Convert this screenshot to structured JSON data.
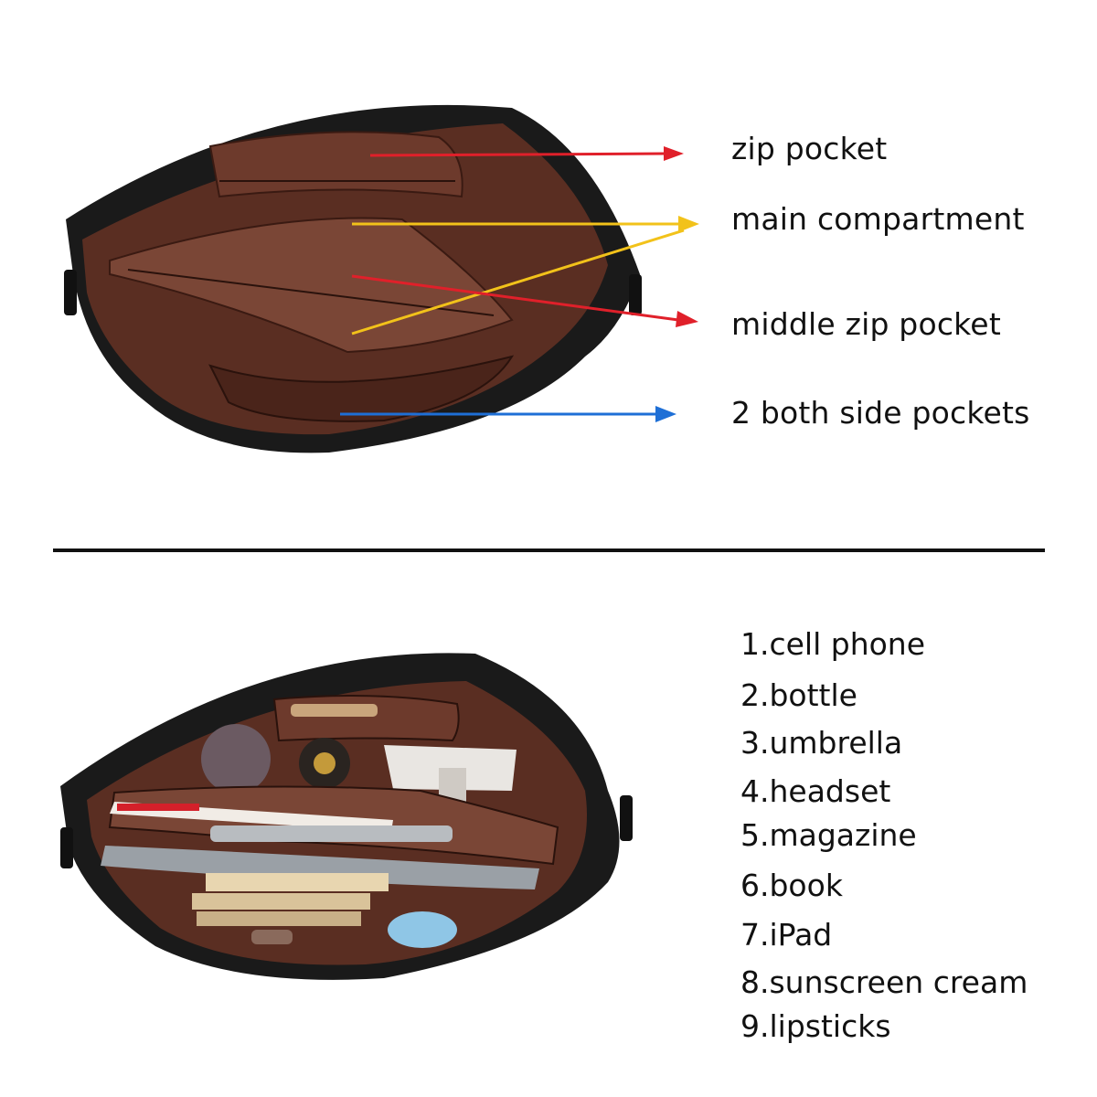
{
  "top_section": {
    "callouts": [
      {
        "label": "zip pocket",
        "arrow_color": "#e0202a"
      },
      {
        "label": "main compartment",
        "arrow_color": "#f2c21a"
      },
      {
        "label": "middle zip pocket",
        "arrow_color": "#e0202a"
      },
      {
        "label": "2 both side pockets",
        "arrow_color": "#1e6fd6"
      }
    ]
  },
  "bottom_section": {
    "contents_list": [
      "1.cell phone",
      "2.bottle",
      "3.umbrella",
      "4.headset",
      "5.magazine",
      "6.book",
      "7.iPad",
      "8.sunscreen cream",
      "9.lipsticks"
    ]
  },
  "colors": {
    "bag_exterior": "#1a1a1a",
    "bag_lining": "#5a2e22",
    "lining_light": "#7a4636"
  }
}
